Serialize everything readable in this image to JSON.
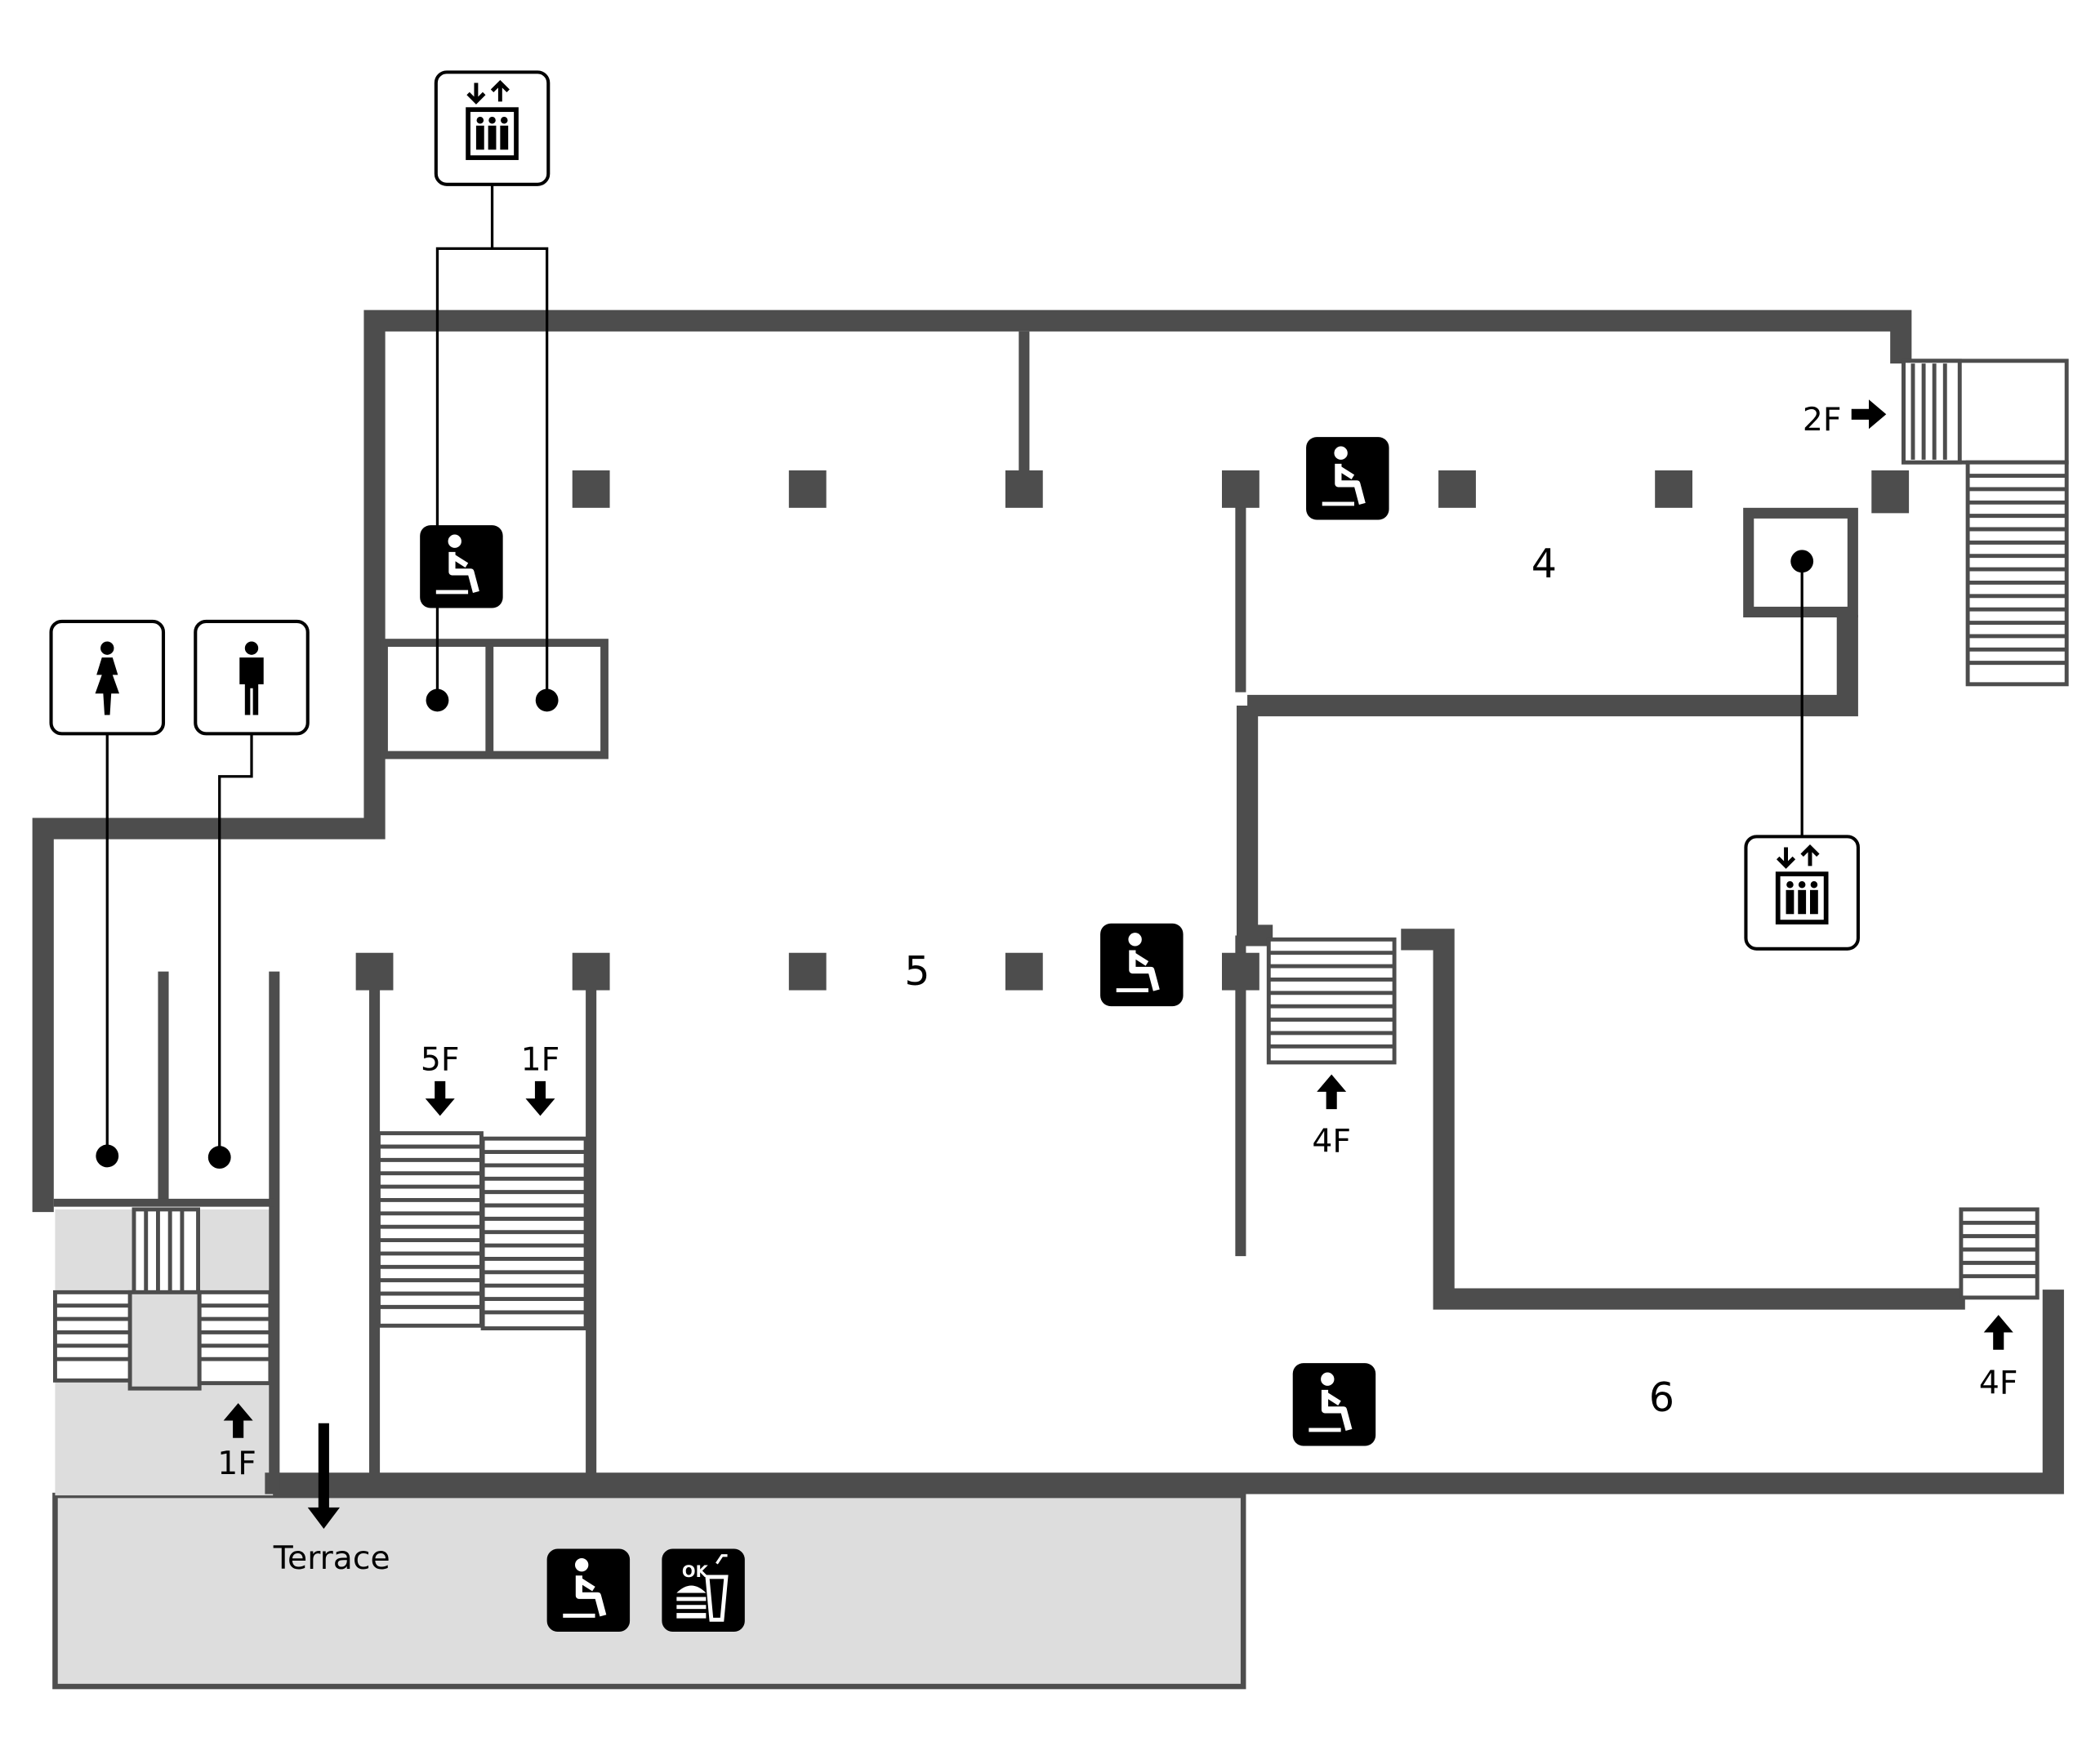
{
  "rooms": {
    "room_4": "4",
    "room_5": "5",
    "room_6": "6"
  },
  "floor_links": {
    "to_2f": "2F",
    "to_5f": "5F",
    "to_1f_main": "1F",
    "to_4f_middle": "4F",
    "to_4f_east": "4F",
    "to_1f_west": "1F"
  },
  "terrace": {
    "label": "Terrace"
  },
  "amenities": {
    "elevator_icon": "elevator-icon",
    "rest_icon": "seating-icon",
    "toilet_female_icon": "female-toilet-icon",
    "toilet_male_icon": "male-toilet-icon",
    "food_icon": "food-drink-ok-icon",
    "food_badge": "OK"
  },
  "colors": {
    "wall": "#4d4d4d",
    "terrace_fill": "#dddddd",
    "icon_black": "#000000",
    "background": "#ffffff"
  }
}
